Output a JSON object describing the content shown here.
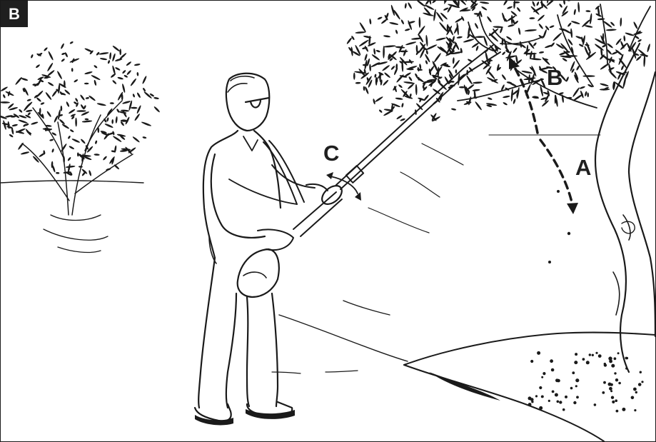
{
  "figure": {
    "panel_label": "B",
    "callouts": {
      "a": "A",
      "b": "B",
      "c": "C"
    }
  },
  "colors": {
    "ink": "#1a1a1a",
    "background": "#ffffff",
    "badge_background": "#1f1f1f",
    "badge_text": "#ffffff"
  }
}
